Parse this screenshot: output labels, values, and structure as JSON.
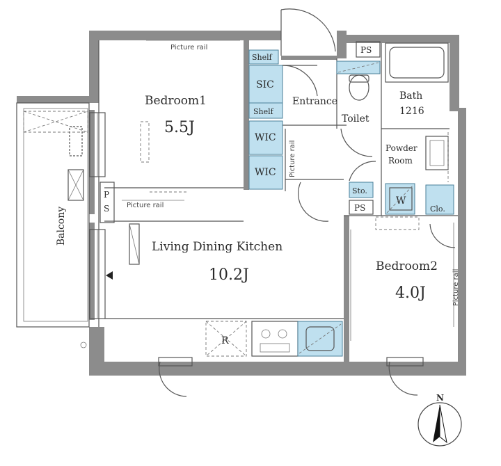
{
  "rooms": {
    "bedroom1": {
      "name": "Bedroom1",
      "size": "5.5J"
    },
    "ldk": {
      "name": "Living Dining Kitchen",
      "size": "10.2J"
    },
    "bedroom2": {
      "name": "Bedroom2",
      "size": "4.0J"
    },
    "bath": {
      "name": "Bath",
      "size": "1216"
    },
    "powder": {
      "name_line1": "Powder",
      "name_line2": "Room"
    },
    "toilet": "Toilet",
    "entrance": "Entrance",
    "balcony": "Balcony"
  },
  "storage": {
    "shelf_top": "Shelf",
    "sic": "SIC",
    "shelf_mid": "Shelf",
    "wic_upper": "WIC",
    "wic_lower": "WIC",
    "sto": "Sto.",
    "clo": "Clo.",
    "washer": "W",
    "fridge": "R"
  },
  "fixtures": {
    "ps_top": "PS",
    "ps_left_1": "P",
    "ps_left_2": "S",
    "ps_mid": "PS",
    "picture_rail_bedroom1": "Picture rail",
    "picture_rail_ldk": "Picture rail",
    "picture_rail_hall": "Picture rail",
    "picture_rail_bedroom2": "Picture rail"
  },
  "compass": {
    "north": "N"
  }
}
